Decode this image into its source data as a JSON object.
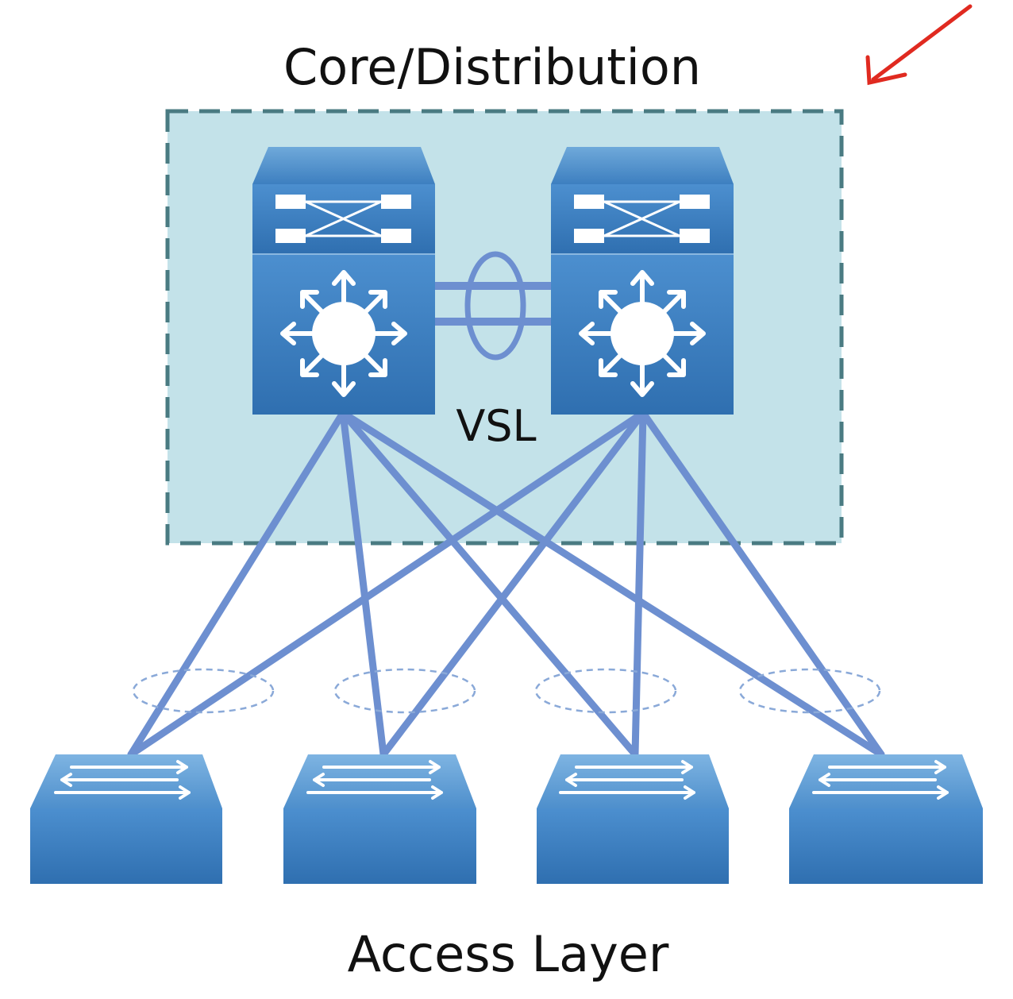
{
  "diagram": {
    "top_label": "Core/Distribution",
    "link_label": "VSL",
    "bottom_label": "Access Layer"
  },
  "nodes": {
    "core_switches": [
      {
        "id": "core-switch-1",
        "type": "layer3-switch"
      },
      {
        "id": "core-switch-2",
        "type": "layer3-switch"
      }
    ],
    "access_switches": [
      {
        "id": "access-switch-1",
        "type": "layer2-switch"
      },
      {
        "id": "access-switch-2",
        "type": "layer2-switch"
      },
      {
        "id": "access-switch-3",
        "type": "layer2-switch"
      },
      {
        "id": "access-switch-4",
        "type": "layer2-switch"
      }
    ]
  },
  "links": [
    {
      "from": "core-switch-1",
      "to": "core-switch-2",
      "type": "vsl",
      "count": 2
    },
    {
      "from": "core-switch-1",
      "to": "access-switch-1"
    },
    {
      "from": "core-switch-1",
      "to": "access-switch-2"
    },
    {
      "from": "core-switch-1",
      "to": "access-switch-3"
    },
    {
      "from": "core-switch-1",
      "to": "access-switch-4"
    },
    {
      "from": "core-switch-2",
      "to": "access-switch-1"
    },
    {
      "from": "core-switch-2",
      "to": "access-switch-2"
    },
    {
      "from": "core-switch-2",
      "to": "access-switch-3"
    },
    {
      "from": "core-switch-2",
      "to": "access-switch-4"
    }
  ],
  "colors": {
    "zone_fill": "#c3e2e9",
    "zone_border": "#4a7b82",
    "link": "#6d8fd0",
    "device": "#3f86c6",
    "annotation": "#e02a20"
  },
  "icons": {
    "zone": "dashed-zone-box",
    "annotation": "red-arrow-icon",
    "bundle": "etherchannel-ellipse-icon"
  }
}
